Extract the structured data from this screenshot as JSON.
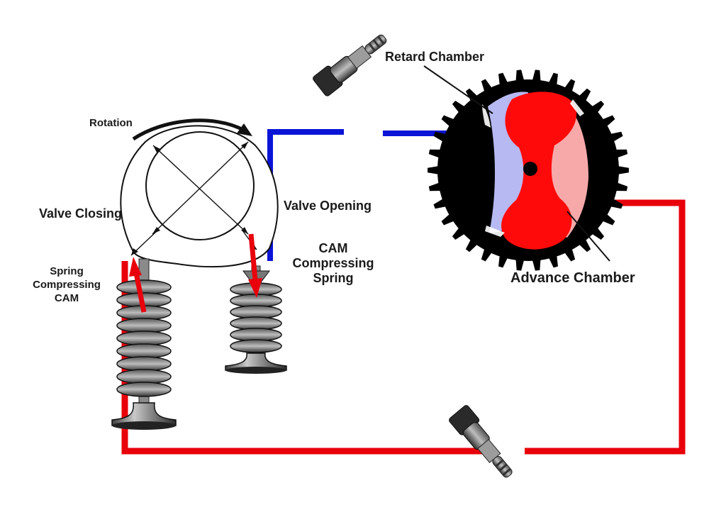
{
  "labels": {
    "rotation": "Rotation",
    "valve_closing": "Valve Closing",
    "valve_opening": "Valve Opening",
    "spring_compressing_cam": [
      "Spring",
      "Compressing",
      "CAM"
    ],
    "cam_compressing_spring": [
      "CAM",
      "Compressing",
      "Spring"
    ],
    "retard_chamber": "Retard Chamber",
    "advance_chamber": "Advance Chamber"
  },
  "colors": {
    "oil_line_advance": "#e8000b",
    "oil_line_retard": "#0a14d6",
    "rotor": "#ff0a0a",
    "retard_chamber_fill": "#b7b9f2",
    "advance_chamber_fill": "#f7a9a9",
    "sprocket": "#000000"
  }
}
